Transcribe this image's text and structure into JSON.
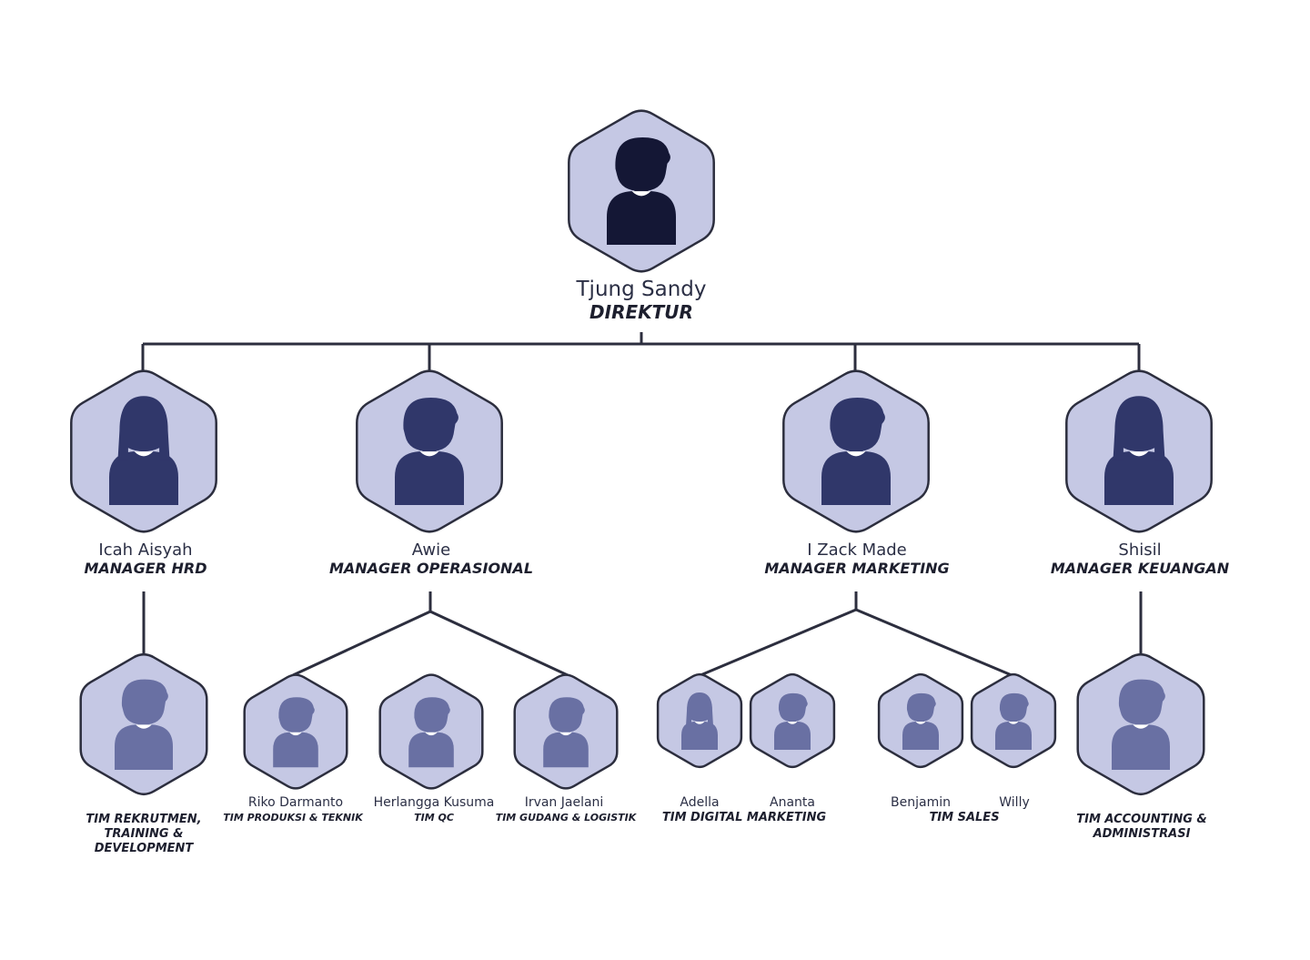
{
  "colors": {
    "hex_fill": "#c5c8e4",
    "outline": "#2c2e3e",
    "director_avatar": "#141735",
    "manager_avatar": "#30376a",
    "staff_avatar": "#6970a3",
    "collar": "#ffffff"
  },
  "director": {
    "name": "Tjung Sandy",
    "role": "DIREKTUR",
    "icon": "male-avatar-icon"
  },
  "managers": [
    {
      "name": "Icah Aisyah",
      "role": "MANAGER HRD",
      "icon": "female-avatar-icon"
    },
    {
      "name": "Awie",
      "role": "MANAGER OPERASIONAL",
      "icon": "male-avatar-icon"
    },
    {
      "name": "I Zack Made",
      "role": "MANAGER MARKETING",
      "icon": "male-avatar-icon"
    },
    {
      "name": "Shisil",
      "role": "MANAGER KEUANGAN",
      "icon": "female-avatar-icon"
    }
  ],
  "teams": {
    "hrd": {
      "role_lines": [
        "TIM REKRUTMEN,",
        "TRAINING &",
        "DEVELOPMENT"
      ],
      "icon": "male-avatar-icon"
    },
    "produksi": {
      "name": "Riko Darmanto",
      "role": "TIM PRODUKSI & TEKNIK",
      "icon": "male-avatar-icon"
    },
    "qc": {
      "name": "Herlangga Kusuma",
      "role": "TIM QC",
      "icon": "male-avatar-icon"
    },
    "gudang": {
      "name": "Irvan Jaelani",
      "role": "TIM GUDANG & LOGISTIK",
      "icon": "male-avatar-icon"
    },
    "digital": {
      "members": [
        "Adella",
        "Ananta"
      ],
      "role": "TIM DIGITAL MARKETING",
      "icons": [
        "female-avatar-icon",
        "male-avatar-icon"
      ]
    },
    "sales": {
      "members": [
        "Benjamin",
        "Willy"
      ],
      "role": "TIM SALES",
      "icons": [
        "male-avatar-icon",
        "male-avatar-icon"
      ]
    },
    "accounting": {
      "role_lines": [
        "TIM ACCOUNTING &",
        "ADMINISTRASI"
      ],
      "icon": "male-avatar-icon"
    }
  }
}
